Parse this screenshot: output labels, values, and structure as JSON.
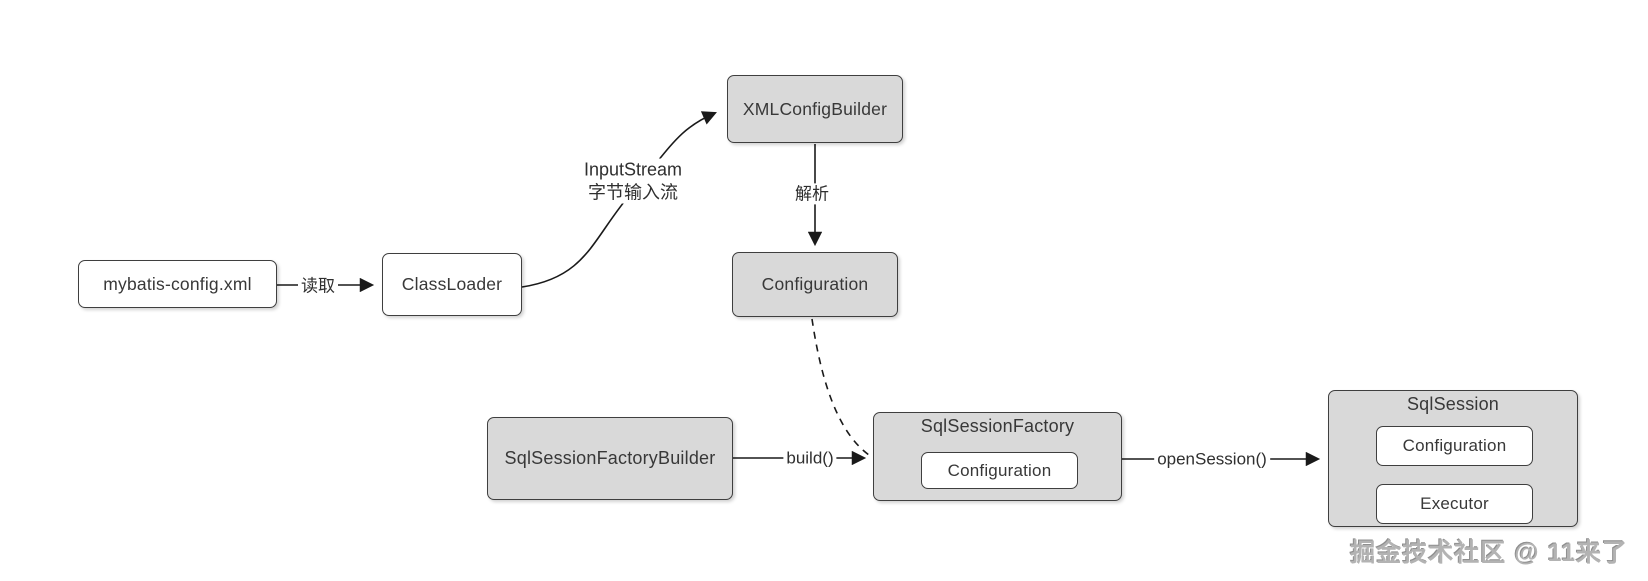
{
  "diagram": {
    "nodes": {
      "mybatis_config": {
        "label": "mybatis-config.xml"
      },
      "class_loader": {
        "label": "ClassLoader"
      },
      "xml_config_builder": {
        "label": "XMLConfigBuilder"
      },
      "configuration": {
        "label": "Configuration"
      },
      "sql_session_factory_builder": {
        "label": "SqlSessionFactoryBuilder"
      },
      "sql_session_factory": {
        "title": "SqlSessionFactory",
        "children": [
          "Configuration"
        ]
      },
      "sql_session": {
        "title": "SqlSession",
        "children": [
          "Configuration",
          "Executor"
        ]
      }
    },
    "edges": {
      "read_label": "读取",
      "input_stream_label_line1": "InputStream",
      "input_stream_label_line2": "字节输入流",
      "parse_label": "解析",
      "build_label": "build()",
      "open_session_label": "openSession()"
    },
    "watermark": "掘金技术社区 @ 11来了",
    "colors": {
      "canvas_bg": "#ffffff",
      "node_fill_gray": "#d9d9d9",
      "node_fill_white": "#ffffff",
      "node_border": "#3f3f3f",
      "text": "#383838",
      "line": "#1a1a1a",
      "watermark_gray": "#b3b3b3"
    }
  }
}
